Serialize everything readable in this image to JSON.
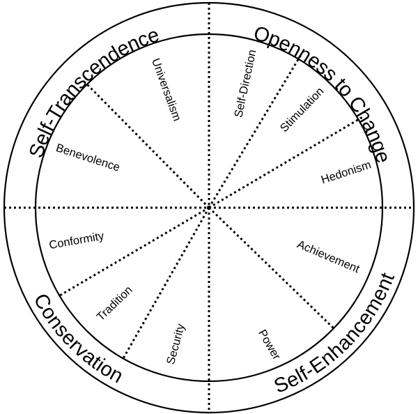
{
  "quadrants": [
    {
      "label": "Self-Transcendence"
    },
    {
      "label": "Openness to Change"
    },
    {
      "label": "Self-Enhancement"
    },
    {
      "label": "Conservation"
    }
  ],
  "values": [
    {
      "label": "Universalism"
    },
    {
      "label": "Self-Direction"
    },
    {
      "label": "Stimulation"
    },
    {
      "label": "Hedonism"
    },
    {
      "label": "Achievement"
    },
    {
      "label": "Power"
    },
    {
      "label": "Security"
    },
    {
      "label": "Tradition"
    },
    {
      "label": "Conformity"
    },
    {
      "label": "Benevolence"
    }
  ]
}
